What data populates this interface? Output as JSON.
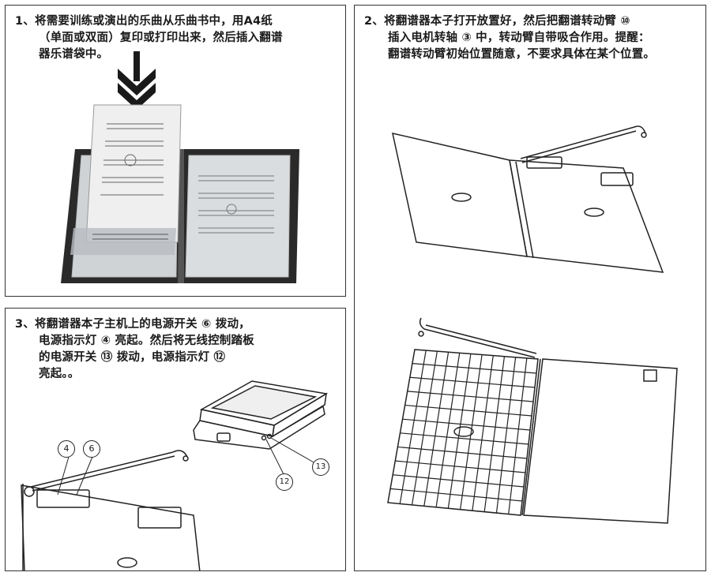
{
  "steps": [
    {
      "id": "step-1",
      "lines": [
        "1、将需要训练或演出的乐曲从乐曲书中，用A4纸",
        "（单面或双面）复印或打印出来，然后插入翻谱",
        "器乐谱袋中。"
      ]
    },
    {
      "id": "step-2",
      "lines": [
        "2、将翻谱器本子打开放置好，然后把翻谱转动臂 ⑩",
        "插入电机转轴 ③ 中，转动臂自带吸合作用。提醒：",
        "翻谱转动臂初始位置随意，不要求具体在某个位置。"
      ]
    },
    {
      "id": "step-3",
      "lines": [
        "3、将翻谱器本子主机上的电源开关 ⑥ 拨动，",
        "电源指示灯 ④ 亮起。然后将无线控制踏板",
        "的电源开关 ⑬ 拨动，电源指示灯 ⑫",
        "亮起。。"
      ]
    }
  ],
  "callouts": {
    "c4": "4",
    "c6": "6",
    "c12": "12",
    "c13": "13"
  },
  "colors": {
    "border": "#333333",
    "line": "#222222",
    "page": "#e6e6e6",
    "cover": "#2a2a2a"
  }
}
